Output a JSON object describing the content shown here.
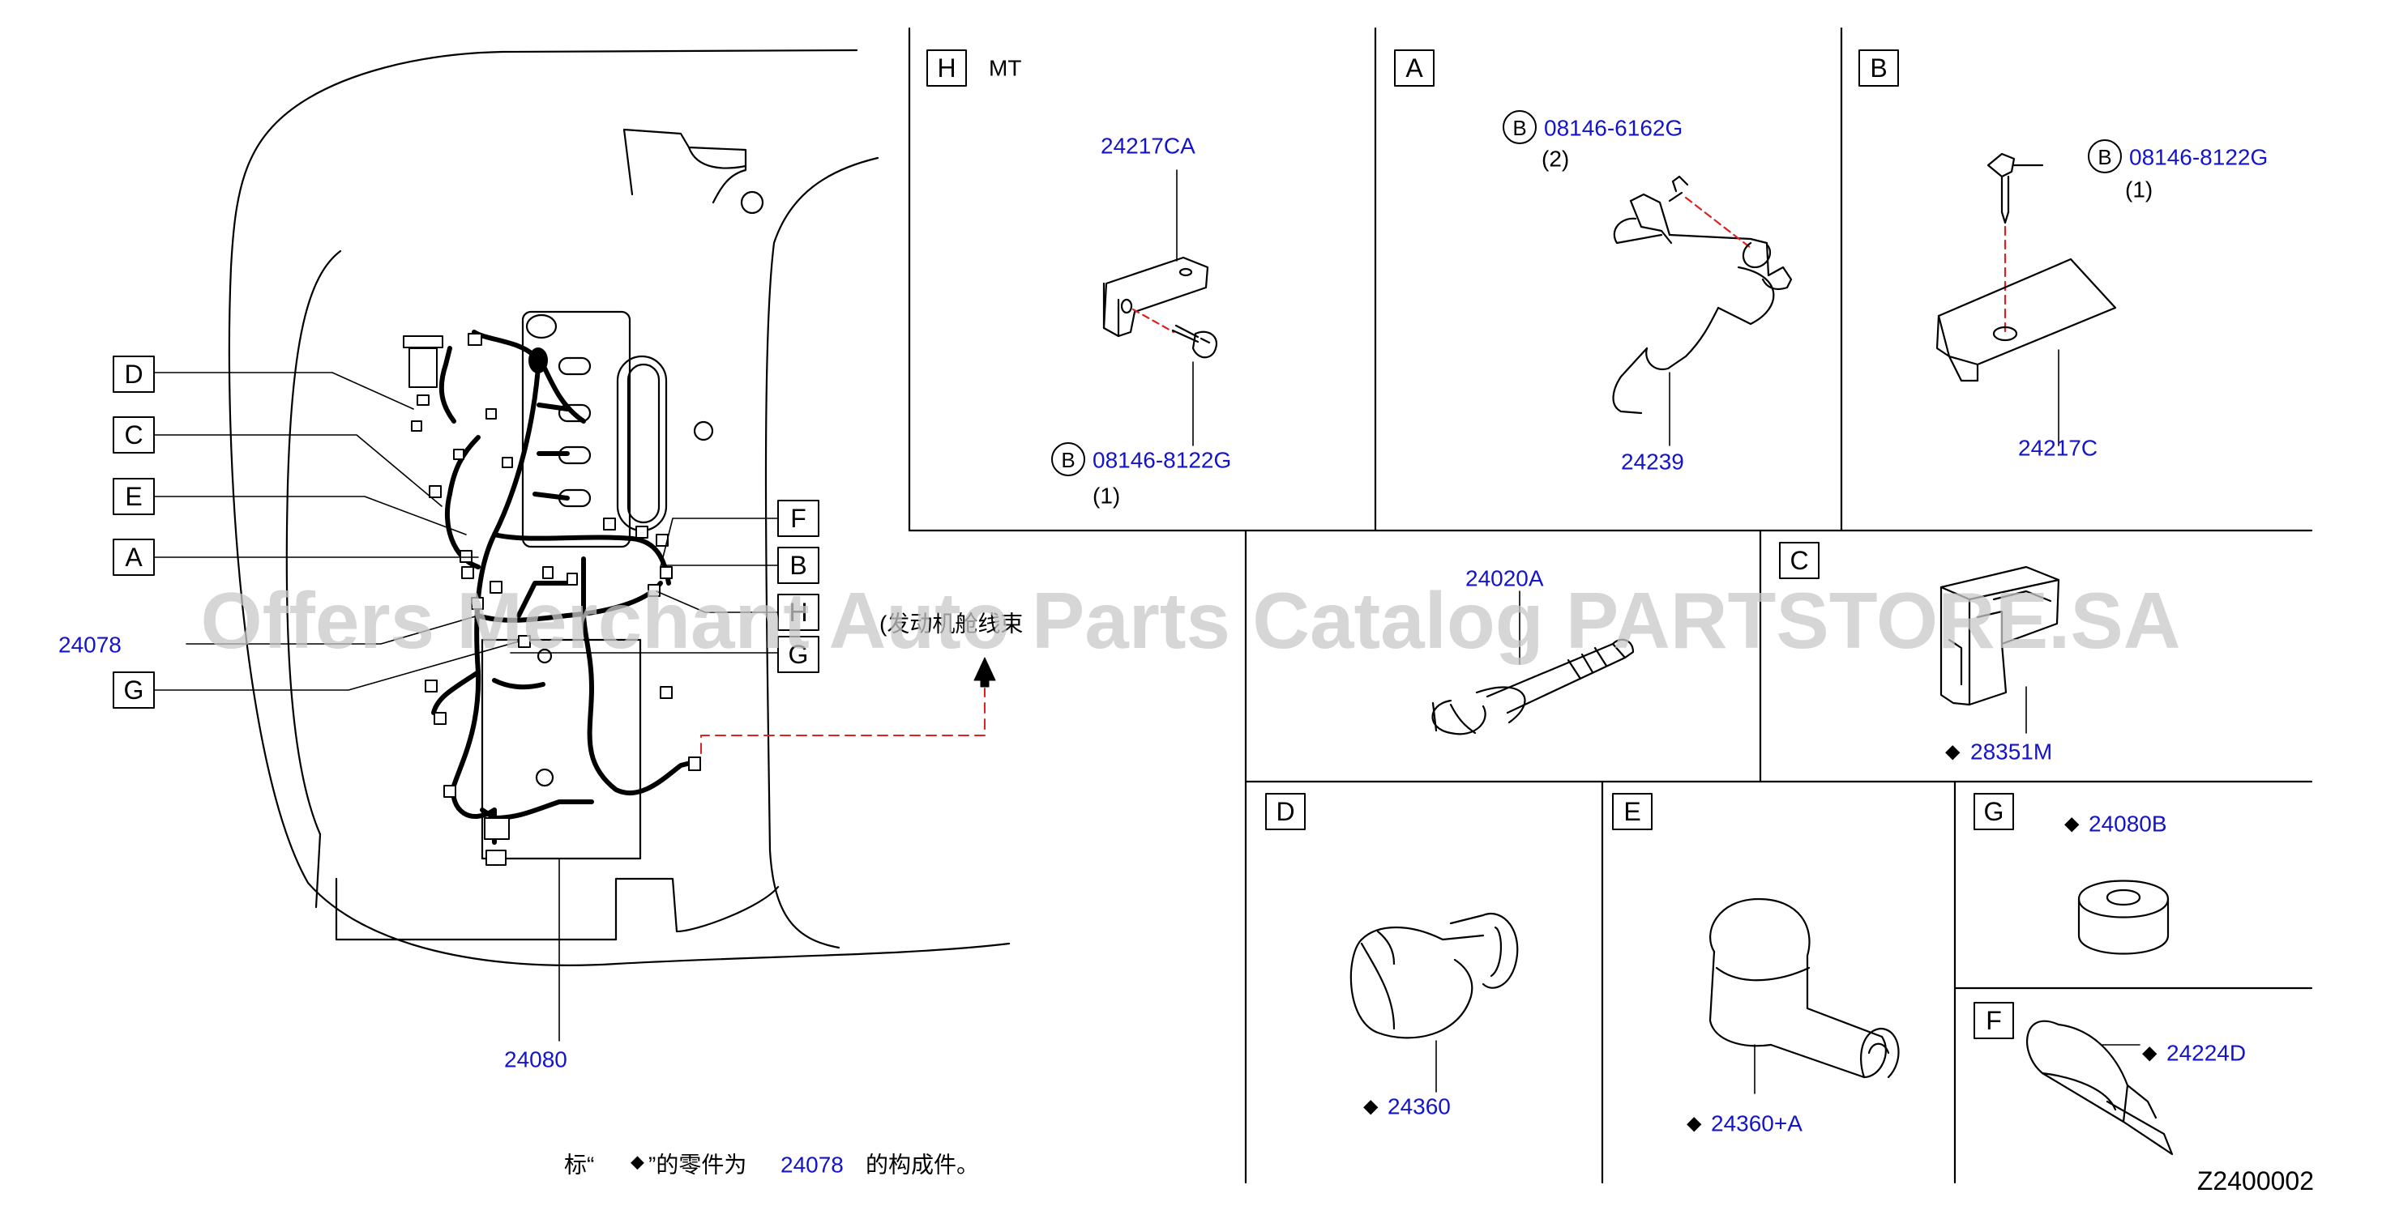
{
  "diagram_code": "Z2400002",
  "watermark": "Offers Merchant Auto Parts Catalog PARTSTORE.SA",
  "overview": {
    "callouts": [
      "D",
      "C",
      "E",
      "A",
      "G"
    ],
    "right_callouts": [
      "F",
      "B",
      "H",
      "G"
    ],
    "part_left": "24078",
    "part_bottom": "24080",
    "chinese_label": "(发动机舱线束",
    "footnote_prefix": "标“",
    "footnote_diamond": "◆",
    "footnote_mid": "”的零件为",
    "footnote_part": "24078",
    "footnote_suffix": "的构成件。"
  },
  "panels": {
    "H": {
      "letter": "H",
      "tag": "MT",
      "part_top": "24217CA",
      "bolt_circle": "B",
      "bolt": "08146-8122G",
      "qty": "(1)"
    },
    "A": {
      "letter": "A",
      "bolt_circle": "B",
      "bolt": "08146-6162G",
      "qty": "(2)",
      "part": "24239"
    },
    "B": {
      "letter": "B",
      "bolt_circle": "B",
      "bolt": "08146-8122G",
      "qty": "(1)",
      "part": "24217C"
    },
    "A2": {
      "part": "24020A"
    },
    "C": {
      "letter": "C",
      "diamond": "◆",
      "part": "28351M"
    },
    "D": {
      "letter": "D",
      "diamond": "◆",
      "part": "24360"
    },
    "E": {
      "letter": "E",
      "diamond": "◆",
      "part": "24360+A"
    },
    "G": {
      "letter": "G",
      "diamond": "◆",
      "part": "24080B"
    },
    "F": {
      "letter": "F",
      "diamond": "◆",
      "part": "24224D"
    }
  },
  "colors": {
    "ink": "#000000",
    "part_blue": "#1414c8",
    "leader_red": "#e02020",
    "watermark": "#c8c8c8"
  }
}
